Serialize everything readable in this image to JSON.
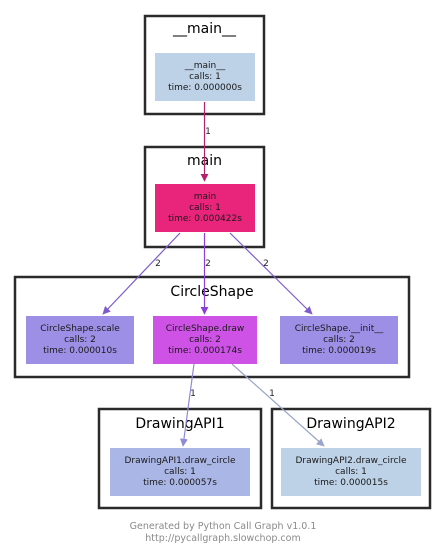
{
  "clusters": [
    {
      "id": "c_mainmain",
      "label": "__main__"
    },
    {
      "id": "c_main",
      "label": "main"
    },
    {
      "id": "c_circle",
      "label": "CircleShape"
    },
    {
      "id": "c_api1",
      "label": "DrawingAPI1"
    },
    {
      "id": "c_api2",
      "label": "DrawingAPI2"
    }
  ],
  "nodes": [
    {
      "id": "n_mainmain",
      "name": "__main__",
      "calls": "calls: 1",
      "time": "time: 0.000000s",
      "color": "#bdd1e7"
    },
    {
      "id": "n_main",
      "name": "main",
      "calls": "calls: 1",
      "time": "time: 0.000422s",
      "color": "#e8247b"
    },
    {
      "id": "n_scale",
      "name": "CircleShape.scale",
      "calls": "calls: 2",
      "time": "time: 0.000010s",
      "color": "#9d8fe6"
    },
    {
      "id": "n_draw",
      "name": "CircleShape.draw",
      "calls": "calls: 2",
      "time": "time: 0.000174s",
      "color": "#cf52e6"
    },
    {
      "id": "n_init",
      "name": "CircleShape.__init__",
      "calls": "calls: 2",
      "time": "time: 0.000019s",
      "color": "#9d8fe6"
    },
    {
      "id": "n_api1",
      "name": "DrawingAPI1.draw_circle",
      "calls": "calls: 1",
      "time": "time: 0.000057s",
      "color": "#aab6e6"
    },
    {
      "id": "n_api2",
      "name": "DrawingAPI2.draw_circle",
      "calls": "calls: 1",
      "time": "time: 0.000015s",
      "color": "#bdd1e7"
    }
  ],
  "edges": [
    {
      "from": "n_mainmain",
      "to": "n_main",
      "label": "1",
      "color": "#b3226b"
    },
    {
      "from": "n_main",
      "to": "n_scale",
      "label": "2",
      "color": "#7f5bc9"
    },
    {
      "from": "n_main",
      "to": "n_draw",
      "label": "2",
      "color": "#8c3fd6"
    },
    {
      "from": "n_main",
      "to": "n_init",
      "label": "2",
      "color": "#7f5bc9"
    },
    {
      "from": "n_draw",
      "to": "n_api1",
      "label": "1",
      "color": "#8f8bd6"
    },
    {
      "from": "n_draw",
      "to": "n_api2",
      "label": "1",
      "color": "#9aa5c9"
    }
  ],
  "footer": {
    "line1": "Generated by Python Call Graph v1.0.1",
    "line2": "http://pycallgraph.slowchop.com"
  }
}
